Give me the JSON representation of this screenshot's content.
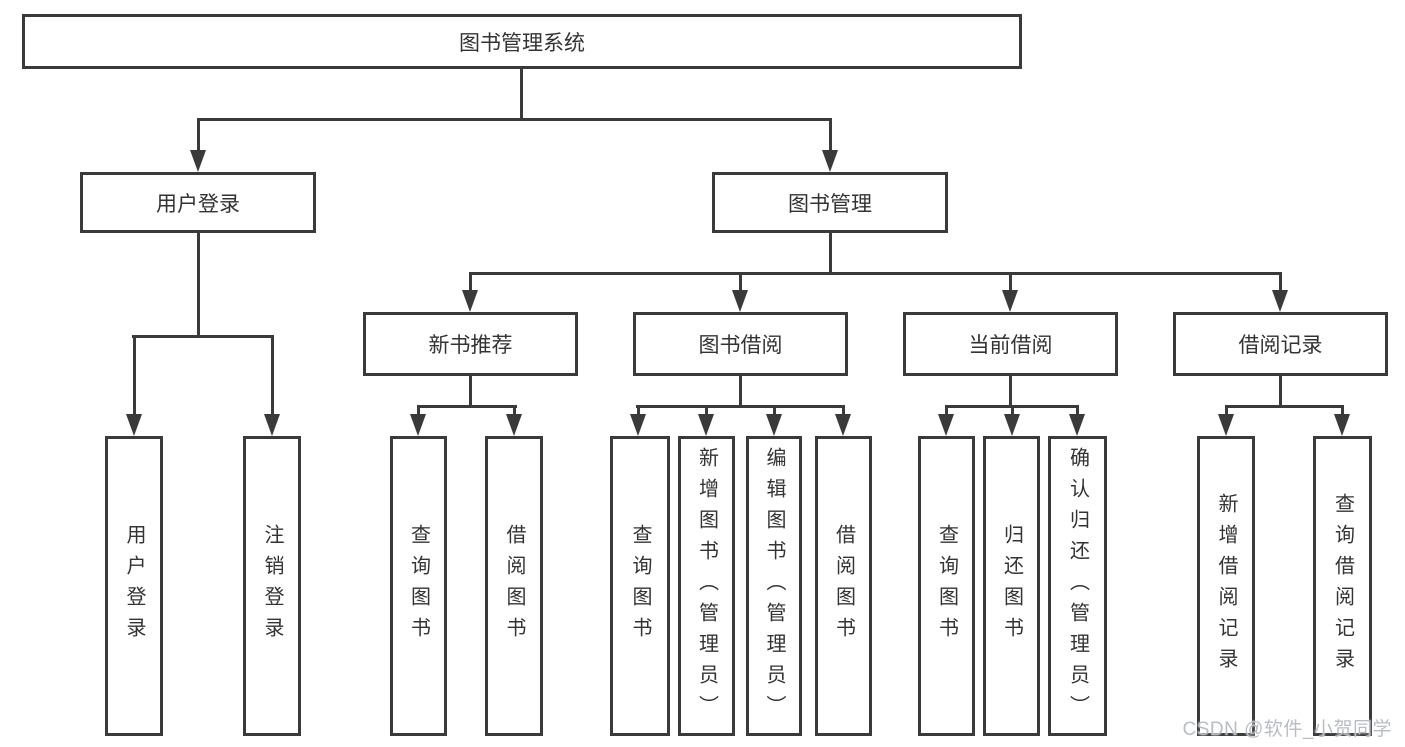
{
  "colors": {
    "line": "#3a3a3a",
    "text": "#333333",
    "background": "#ffffff",
    "watermark": "#b9bdc3"
  },
  "tree": {
    "root": "图书管理系统",
    "children": [
      {
        "label": "用户登录",
        "children": [
          "用户登录",
          "注销登录"
        ]
      },
      {
        "label": "图书管理",
        "children": [
          {
            "label": "新书推荐",
            "children": [
              "查询图书",
              "借阅图书"
            ]
          },
          {
            "label": "图书借阅",
            "children": [
              "查询图书",
              "新增图书（管理员）",
              "编辑图书（管理员）",
              "借阅图书"
            ]
          },
          {
            "label": "当前借阅",
            "children": [
              "查询图书",
              "归还图书",
              "确认归还（管理员）"
            ]
          },
          {
            "label": "借阅记录",
            "children": [
              "新增借阅记录",
              "查询借阅记录"
            ]
          }
        ]
      }
    ]
  },
  "watermark": {
    "text": "CSDN @软件_小贺同学"
  }
}
